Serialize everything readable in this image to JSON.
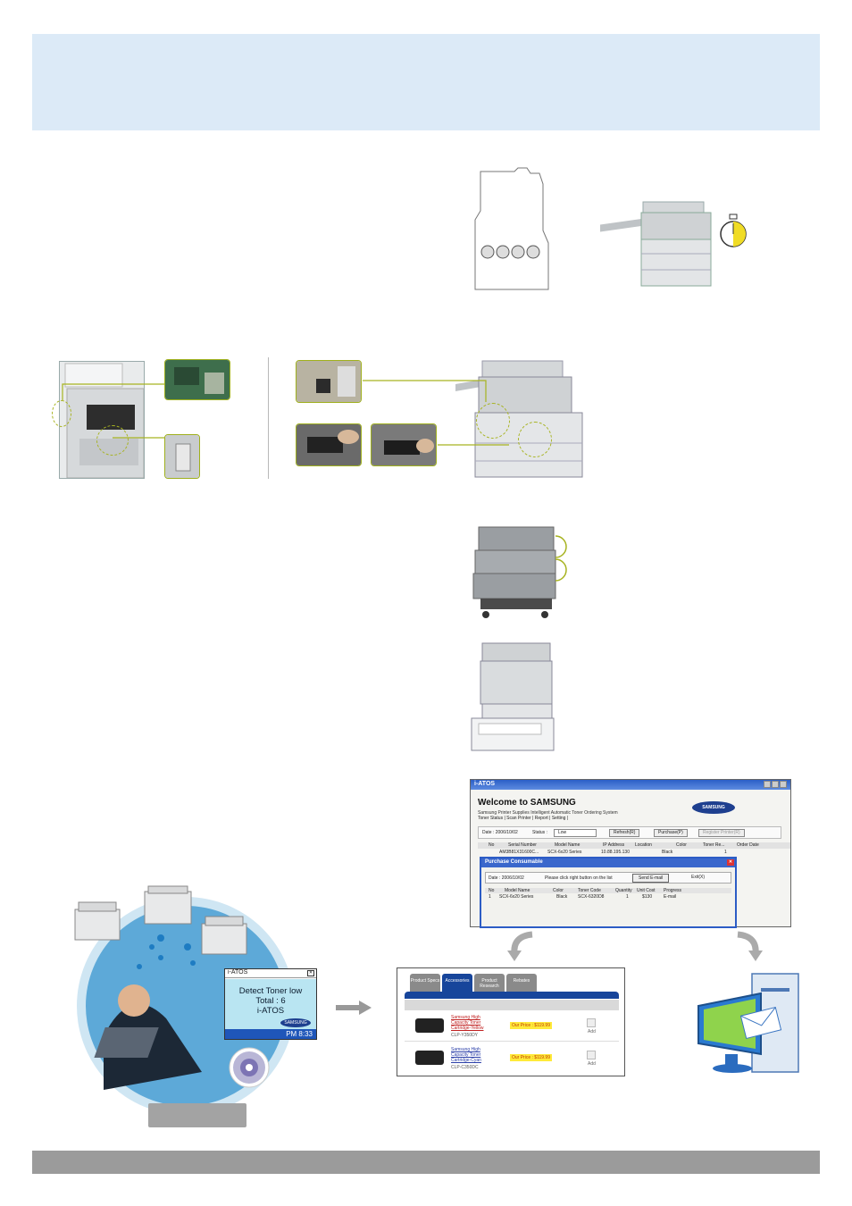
{
  "app_window": {
    "title": "i-ATOS",
    "welcome": "Welcome to SAMSUNG",
    "subtitle": "Samsung Printer Supplies Intelligent Automatic Toner Ordering System",
    "tabs": "Toner Status | Scan Printer | Report | Setting |",
    "logo": "SAMSUNG",
    "date_label": "Date : 2006/10/02",
    "status_label": "Status :",
    "status_value": "Low",
    "refresh_button": "Refresh(R)",
    "purchase_button": "Purchase(P)",
    "register_button": "Register Printer(R)",
    "columns": [
      "No",
      "Serial Number",
      "Model Name",
      "IP Address",
      "Location",
      "Color",
      "Toner Re...",
      "Order Date"
    ],
    "row": {
      "serial": "AM3B81X31600C...",
      "model": "SCX-6x20 Series",
      "ip": "10.88.195.130",
      "color": "Black",
      "toner": "1"
    }
  },
  "purchase_dialog": {
    "title": "Purchase Consumable",
    "date_label": "Date : 2006/10/02",
    "instruction": "Please click right button on the list",
    "send_button": "Send E-mail",
    "exit_button": "Exit(X)",
    "columns": [
      "No",
      "Model Name",
      "Color",
      "Toner Code",
      "Quantity",
      "Unit Cost",
      "Progress"
    ],
    "row": {
      "no": "1",
      "model": "SCX-6x20 Series",
      "color": "Black",
      "code": "SCX-6320D8",
      "qty": "1",
      "cost": "$130",
      "progress": "E-mail"
    }
  },
  "store": {
    "tabs": [
      "Product Specs",
      "Accessories",
      "Product Research",
      "Rebates"
    ],
    "products": [
      {
        "name": "Samsung High Capacity Toner Cartridge-Yellow",
        "code": "CLP-Y350DY",
        "price": "Our Price : $119.99",
        "add": "Add"
      },
      {
        "name": "Samsung High Capacity Toner Cartridge-Cyan",
        "code": "CLP-C350DC",
        "price": "Our Price : $119.99",
        "add": "Add"
      }
    ]
  },
  "tray_popup": {
    "title": "i-ATOS",
    "line1": "Detect Toner low",
    "line2": "Total : 6",
    "line3": "i-ATOS",
    "logo": "SAMSUNG",
    "clock": "PM 8:33"
  },
  "icons": [
    "stopwatch-icon",
    "arrow-right-icon",
    "curved-arrow-icon",
    "email-icon",
    "cd-icon"
  ],
  "colors": {
    "header": "#dceaf7",
    "footer": "#9b9b9b",
    "accent_green": "#a7b320",
    "window_blue": "#2b5fc7",
    "store_blue": "#17459b"
  }
}
